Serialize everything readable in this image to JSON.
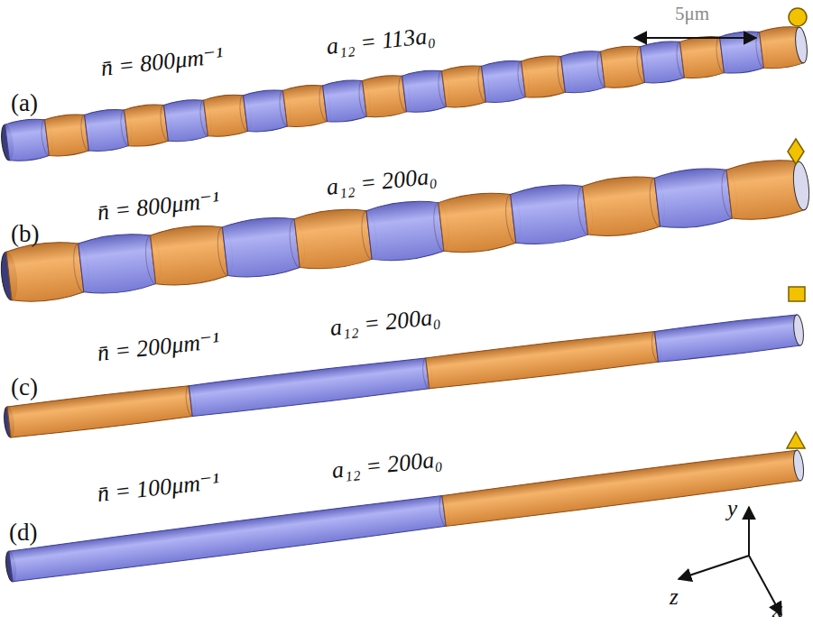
{
  "diagram": {
    "labels": [
      "(a)",
      "n̄ = 800μm⁻¹",
      "a₁₂ = 113a₀",
      "(b)",
      "n̄ = 800μm⁻¹",
      "a₁₂ = 200a₀",
      "(c)",
      "n̄ = 200μm⁻¹",
      "a₁₂ = 200a₀",
      "(d)",
      "n̄ = 100μm⁻¹",
      "a₁₂ = 200a₀",
      "5μm",
      "y",
      "z",
      "x"
    ]
  }
}
